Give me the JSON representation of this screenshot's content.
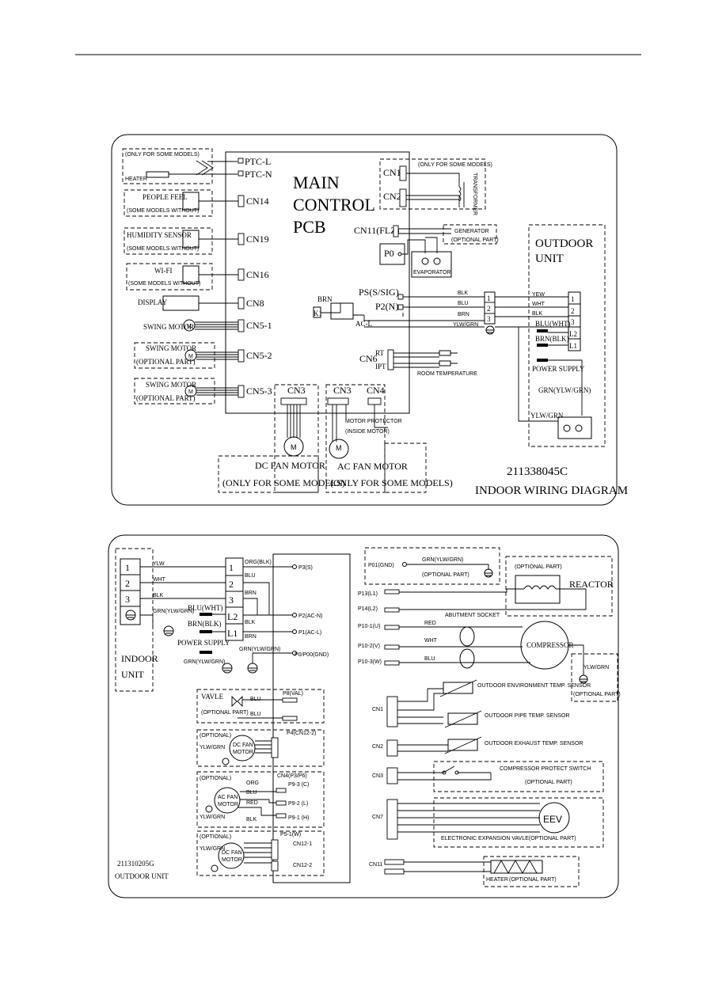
{
  "indoor": {
    "main_title": [
      "MAIN",
      "CONTROL",
      "PCB"
    ],
    "some_models_box": "(ONLY FOR SOME MODELS)",
    "heater": "HEATER",
    "ptc_l": "PTC-L",
    "ptc_n": "PTC-N",
    "people_feel": "PEOPLE FEEL",
    "humidity_sensor": "HUMIDITY SENSOR",
    "wifi": "WI-FI",
    "some_models_without": "(SOME MODELS WITHOUT)",
    "display": "DISPLAY",
    "swing_motor": "SWING MOTOR",
    "optional_part": "(OPTIONAL PART)",
    "cn14": "CN14",
    "cn19": "CN19",
    "cn16": "CN16",
    "cn8": "CN8",
    "cn5_1": "CN5-1",
    "cn5_2": "CN5-2",
    "cn5_3": "CN5-3",
    "cn1": "CN1",
    "cn2": "CN2",
    "transformer": "TRANSFORMER",
    "transformer_note": "(ONLY FOR SOME MODELS)",
    "cn11": "CN11(FLZ)",
    "generator": "GENERATOR",
    "generator_opt": "(OPTIONAL PART)",
    "p0": "P0",
    "evaporator": "EVAPORATOR",
    "ps": "PS(S/SIG)",
    "p2": "P2(N)",
    "brn": "BRN",
    "k1": "K1",
    "ac_l": "AC-L",
    "cn6": "CN6",
    "rt": "RT",
    "ipt": "IPT",
    "room_temp": "ROOM TEMPERATURE",
    "cn3": "CN3",
    "cn4": "CN4",
    "motor_protector": "MOTOR PROTECTOR",
    "inside_motor": "(INSIDE MOTOR)",
    "dc_fan_motor": "DC FAN MOTOR",
    "ac_fan_motor": "AC FAN MOTOR",
    "only_some": "(ONLY FOR SOME MODELS)",
    "outdoor_unit": [
      "OUTDOOR",
      "UNIT"
    ],
    "wire_colors": [
      "BLK",
      "BLU",
      "BRN",
      "YLW/GRN"
    ],
    "terminal_nums": [
      "1",
      "2",
      "3"
    ],
    "out_colors": [
      "YEW",
      "WHT",
      "BLK",
      "BLU(WHT)",
      "BRN(BLK)"
    ],
    "out_terms": [
      "1",
      "2",
      "3",
      "L2",
      "L1"
    ],
    "power_supply": "POWER SUPPLY",
    "grn": "GRN(YLW/GRN)",
    "ylw_grn": "YLW/GRN",
    "code": "211338045C",
    "caption": "INDOOR WIRING DIAGRAM"
  },
  "outdoor": {
    "term_nums": [
      "1",
      "2",
      "3"
    ],
    "term_colors": [
      "YLW",
      "WHT",
      "BLK"
    ],
    "grn_ylw": "GRN(YLW/GRN)",
    "indoor_unit": [
      "INDOOR",
      "UNIT"
    ],
    "block_terms": [
      "1",
      "2",
      "3",
      "L2",
      "L1"
    ],
    "org_blk": "ORG(BLK)",
    "blu": "BLU",
    "brn": "BRN",
    "blk": "BLK",
    "blu_wht": "BLU(WHT)",
    "brn_blk": "BRN(BLK)",
    "power_supply": "POWER SUPPLY",
    "grn_ylw2": "GRN(YLW/GRN)",
    "p3s": "P3(S)",
    "p2acn": "P2(AC-N)",
    "p1acl": "P1(AC-L)",
    "p0_p00": "P0/P00(GND)",
    "p01": "P01(GND)",
    "p01_wire": "GRN(YLW/GRN)",
    "optional_part": "(OPTIONAL PART)",
    "p13": "P13(L1)",
    "p14": "P14(L2)",
    "reactor": "REACTOR",
    "abutment": "ABUTMENT SOCKET",
    "p10_1": "P10-1(U)",
    "p10_2": "P10-2(V)",
    "p10_3": "P10-3(W)",
    "red": "RED",
    "wht": "WHT",
    "compressor": "COMPRESSOR",
    "ylw_grn": "YLW/GRN",
    "optional_part2": "(OPTIONAL PART)",
    "valve": "VAVLE",
    "p8": "P8(VAL)",
    "cn1": "CN1",
    "cn2": "CN2",
    "cn3": "CN3",
    "cn7": "CN7",
    "cn11": "CN11",
    "env_sensor": "OUTDOOR ENVIRONMENT TEMP. SENSOR",
    "pipe_sensor": "OUTDOOR PIPE TEMP. SENSOR",
    "exhaust_sensor": "OUTDOOR EXHAUST TEMP. SENSOR",
    "comp_switch": "COMPRESSOR PROTECT SWITCH",
    "eev": "EEV",
    "eev_label": "ELECTRONIC EXPANSION VAVLE(OPTIONAL PART)",
    "heater": "HEATER",
    "optional": "(OPTIONAL)",
    "dc_fan_motor": [
      "DC FAN",
      "MOTOR"
    ],
    "ac_fan_motor": [
      "AC FAN",
      "MOTOR"
    ],
    "cn_fan": "P4(CN12-2)",
    "cn4_label": "CN4(P3/P6)",
    "org": "ORG",
    "p9_3": "P9-3 (C)",
    "p9_2": "P9-2 (L)",
    "p9_1": "P9-1 (H)",
    "red2": "RED",
    "p5_label": "P5-1(W)",
    "cn12_1": "CN12-1",
    "cn12_2": "CN12-2",
    "code": "211310205G",
    "caption": "OUTDOOR UNIT"
  }
}
